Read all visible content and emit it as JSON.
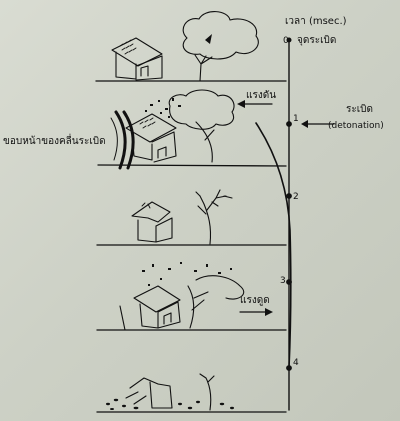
{
  "time_axis": {
    "title": "เวลา (msec.)",
    "ticks": [
      "0",
      "1",
      "2",
      "3",
      "4"
    ]
  },
  "labels": {
    "burst_point": "จุดระเบิด",
    "push_force": "แรงดัน",
    "detonation_thai": "ระเบิด",
    "detonation_en": "(detonation)",
    "blast_wave_front": "ขอบหน้าของคลื่นระเบิด",
    "suction_force": "แรงดูด"
  },
  "colors": {
    "ink": "#111111",
    "background": "#cfd2c9"
  }
}
